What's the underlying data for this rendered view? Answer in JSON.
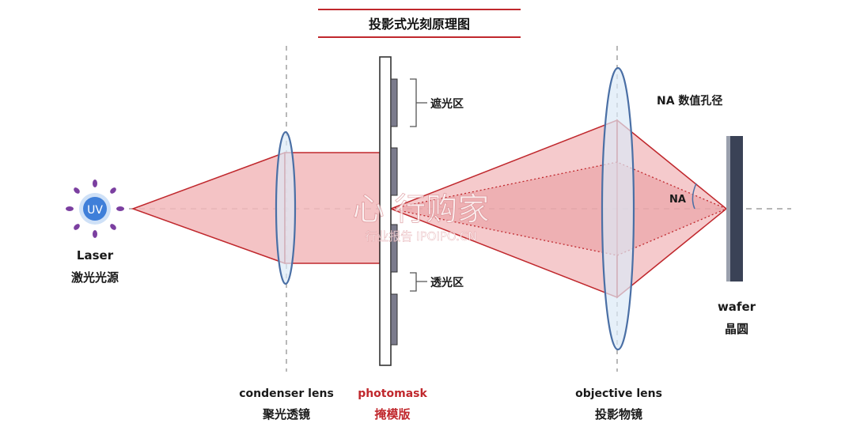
{
  "title": "投影式光刻原理图",
  "source": {
    "icon_text": "UV",
    "label_en": "Laser",
    "label_zh": "激光光源"
  },
  "condenser": {
    "label_en": "condenser lens",
    "label_zh": "聚光透镜"
  },
  "photomask": {
    "label_en": "photomask",
    "label_zh": "掩模版",
    "opaque_zone": "遮光区",
    "transparent_zone": "透光区"
  },
  "objective": {
    "label_en": "objective lens",
    "label_zh": "投影物镜"
  },
  "numerical_aperture": {
    "label": "NA 数值孔径",
    "angle_label": "NA"
  },
  "wafer": {
    "label_en": "wafer",
    "label_zh": "晶圆"
  },
  "watermark": {
    "line1": "心  行购家",
    "line2": "行业报告 IPOIPO.CN"
  },
  "colors": {
    "beam_fill": "#f2b8bb",
    "beam_stroke": "#c0282d",
    "lens_fill": "#dbe9f6",
    "lens_stroke": "#4a6fa5",
    "accent_red": "#c0282d",
    "uv_blue": "#3f7fd9",
    "wafer": "#3a4256"
  }
}
